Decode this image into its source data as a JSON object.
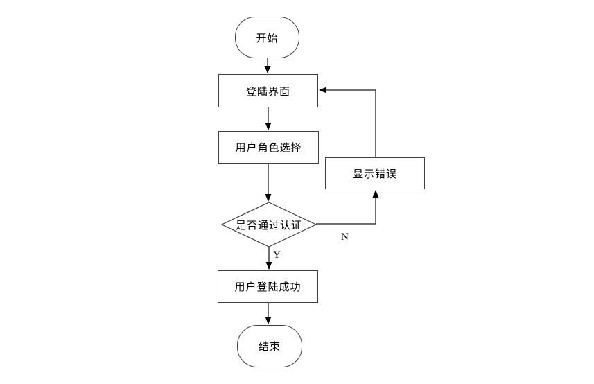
{
  "diagram": {
    "type": "flowchart",
    "nodes": {
      "start": {
        "label": "开始",
        "shape": "terminator"
      },
      "login": {
        "label": "登陆界面",
        "shape": "process"
      },
      "role": {
        "label": "用户角色选择",
        "shape": "process"
      },
      "auth": {
        "label": "是否通过认证",
        "shape": "decision"
      },
      "error": {
        "label": "显示错误",
        "shape": "process"
      },
      "success": {
        "label": "用户登陆成功",
        "shape": "process"
      },
      "end": {
        "label": "结束",
        "shape": "terminator"
      }
    },
    "edges": [
      {
        "from": "start",
        "to": "login",
        "label": ""
      },
      {
        "from": "login",
        "to": "role",
        "label": ""
      },
      {
        "from": "role",
        "to": "auth",
        "label": ""
      },
      {
        "from": "auth",
        "to": "success",
        "label": "Y"
      },
      {
        "from": "auth",
        "to": "error",
        "label": "N"
      },
      {
        "from": "error",
        "to": "login",
        "label": ""
      },
      {
        "from": "success",
        "to": "end",
        "label": ""
      }
    ],
    "edge_labels": {
      "yes": "Y",
      "no": "N"
    },
    "colors": {
      "stroke": "#404040",
      "arrow": "#000000",
      "text": "#000000",
      "background": "#ffffff"
    }
  }
}
